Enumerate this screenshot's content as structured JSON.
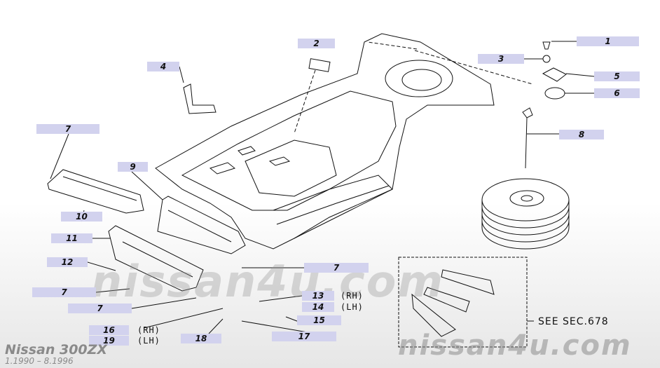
{
  "watermark": "nissan4u.com",
  "footer": {
    "model": "Nissan 300ZX",
    "dates": "1.1990 – 8.1996"
  },
  "note": "SEE SEC.678",
  "side_labels": {
    "rh": "(RH)",
    "lh": "(LH)"
  },
  "callouts": {
    "c1": "1",
    "c2": "2",
    "c3": "3",
    "c4": "4",
    "c5": "5",
    "c6": "6",
    "c7a": "7",
    "c7b": "7",
    "c7c": "7",
    "c7d": "7",
    "c8": "8",
    "c9": "9",
    "c10": "10",
    "c11": "11",
    "c12": "12",
    "c13": "13",
    "c14": "14",
    "c15": "15",
    "c16": "16",
    "c17": "17",
    "c18": "18",
    "c19": "19"
  },
  "colors": {
    "callout_bg": "#d2d2ee",
    "line": "#111111"
  }
}
